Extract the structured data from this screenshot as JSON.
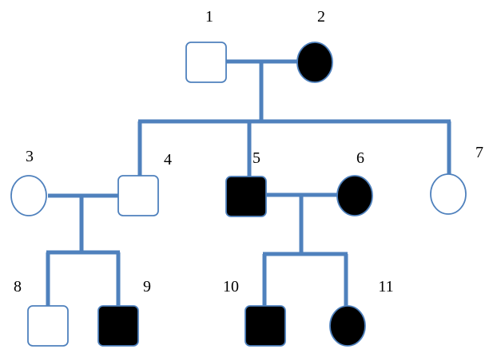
{
  "diagram": {
    "type": "pedigree",
    "line_color": "#4f81bd",
    "affected_color": "#000000",
    "unaffected_color": "#ffffff",
    "individuals": [
      {
        "label": "1",
        "sex": "male",
        "affected": false
      },
      {
        "label": "2",
        "sex": "female",
        "affected": true
      },
      {
        "label": "3",
        "sex": "female",
        "affected": false
      },
      {
        "label": "4",
        "sex": "male",
        "affected": false
      },
      {
        "label": "5",
        "sex": "male",
        "affected": true
      },
      {
        "label": "6",
        "sex": "female",
        "affected": true
      },
      {
        "label": "7",
        "sex": "female",
        "affected": false
      },
      {
        "label": "8",
        "sex": "male",
        "affected": false
      },
      {
        "label": "9",
        "sex": "male",
        "affected": true
      },
      {
        "label": "10",
        "sex": "male",
        "affected": true
      },
      {
        "label": "11",
        "sex": "female",
        "affected": true
      }
    ],
    "unions": [
      {
        "partners": [
          "1",
          "2"
        ],
        "children": [
          "4",
          "5",
          "7"
        ]
      },
      {
        "partners": [
          "3",
          "4"
        ],
        "children": [
          "8",
          "9"
        ]
      },
      {
        "partners": [
          "5",
          "6"
        ],
        "children": [
          "10",
          "11"
        ]
      }
    ]
  }
}
